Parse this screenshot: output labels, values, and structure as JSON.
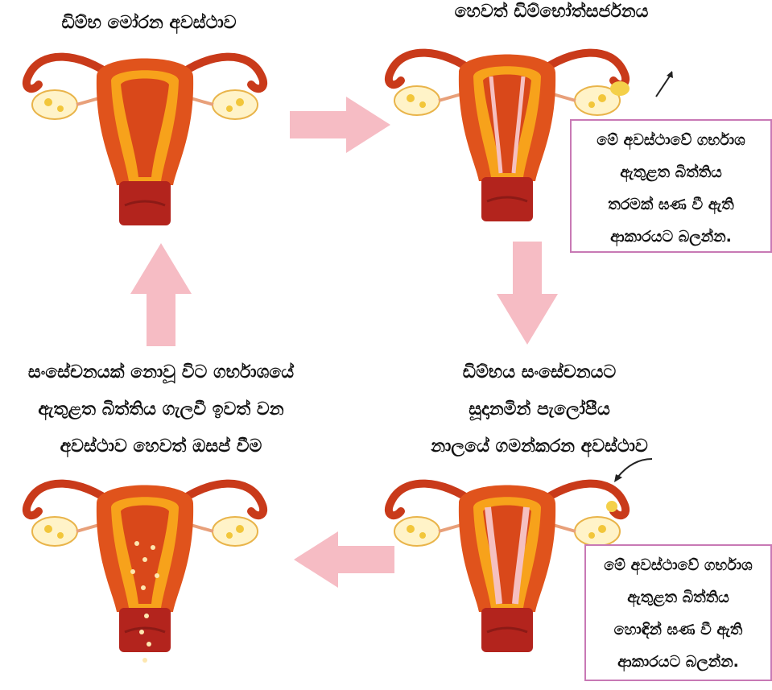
{
  "stages": {
    "s1": {
      "title": [
        "ඩිම්භ මෝරන අවස්ථාව"
      ]
    },
    "s2": {
      "title": [
        "හෙවත් ඩිම්භෝත්සර්ජනය"
      ],
      "note": [
        "මේ අවස්ථාවේ ගර්භාශ",
        "ඇතුළත බිත්තිය",
        "තරමක් ඝණ වී ඇති",
        "ආකාරයට බලන්න."
      ]
    },
    "s3": {
      "title": [
        "ඩිම්භය සංසේචනයට",
        "සූදානමින් පැලෝපීය",
        "නාලයේ ගමන්කරන අවස්ථාව"
      ],
      "note": [
        "මේ අවස්ථාවේ ගර්භාශ",
        "ඇතුළත බිත්තිය",
        "හොඳින් ඝණ වී ඇති",
        "ආකාරයට බලන්න."
      ]
    },
    "s4": {
      "title": [
        "සංසේචනයක් නොවූ විට ගර්භාශයේ",
        "ඇතුළත බිත්තිය ගැලවී ඉවත් වන",
        "අවස්ථාව හෙවත් ඔසප් වීම"
      ]
    }
  },
  "colors": {
    "arrow": "#f6bcc4",
    "noteBorder": "#c879b5",
    "uterusOuter": "#e0531c",
    "uterusInner": "#f7a21b",
    "cervix": "#b3241d",
    "lining": "#f5c0c0"
  }
}
